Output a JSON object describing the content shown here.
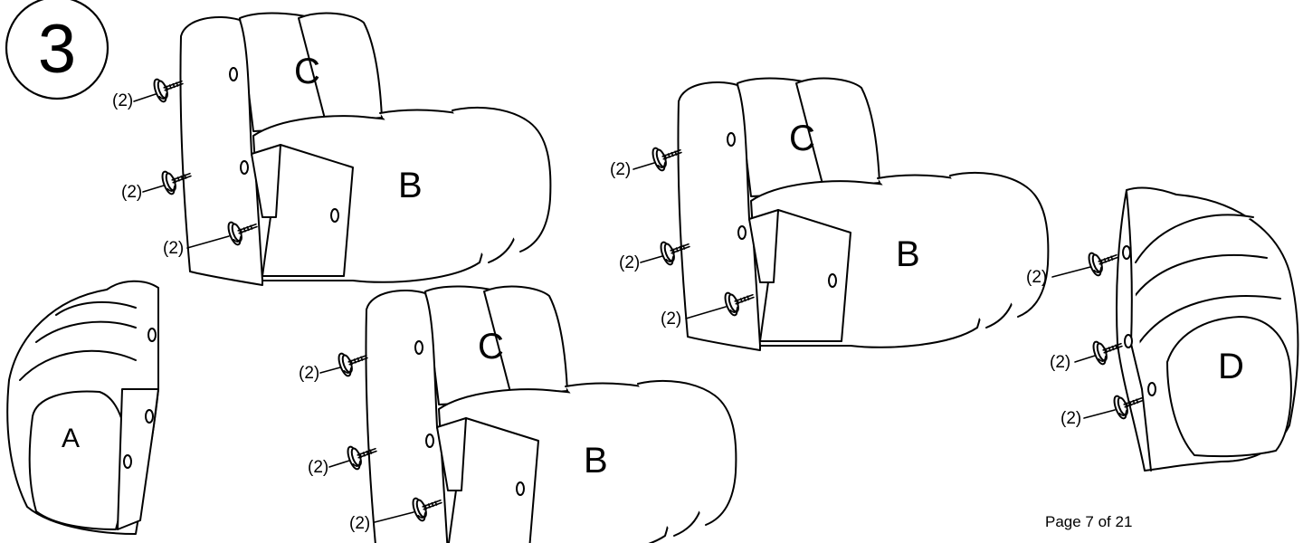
{
  "step": {
    "number": "3"
  },
  "parts": {
    "a": "A",
    "b": "B",
    "c": "C",
    "d": "D"
  },
  "hardware": {
    "quantity_label": "(2)"
  },
  "footer": {
    "page": "Page 7 of 21"
  }
}
